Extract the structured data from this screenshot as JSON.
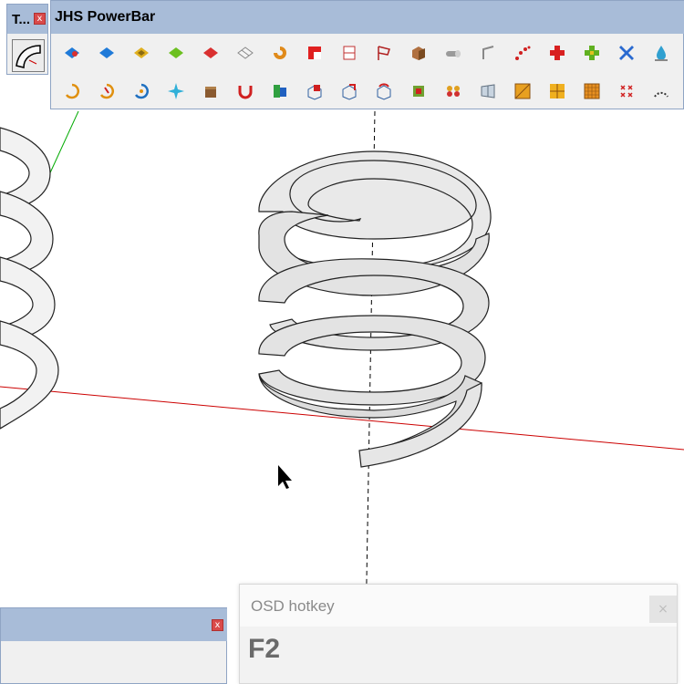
{
  "mini_toolbar": {
    "title": "T...",
    "close_glyph": "x",
    "tool_icon": "follow-me-curve-icon"
  },
  "powerbar": {
    "title": "JHS PowerBar",
    "row1": [
      {
        "icon": "blue-face-red-icon"
      },
      {
        "icon": "blue-face-icon"
      },
      {
        "icon": "yellow-face-icon"
      },
      {
        "icon": "green-face-icon"
      },
      {
        "icon": "red-face-icon"
      },
      {
        "icon": "grid-face-icon"
      },
      {
        "icon": "orange-swirl-icon"
      },
      {
        "icon": "red-square-icon"
      },
      {
        "icon": "split-box-icon"
      },
      {
        "icon": "flag-icon"
      },
      {
        "icon": "wood-box-icon"
      },
      {
        "icon": "pipe-icon"
      },
      {
        "icon": "corner-icon"
      },
      {
        "icon": "dots-curve-icon"
      },
      {
        "icon": "red-cross-icon"
      },
      {
        "icon": "green-cross-icon"
      },
      {
        "icon": "blue-x-icon"
      },
      {
        "icon": "water-drop-icon"
      }
    ],
    "row2": [
      {
        "icon": "orange-rotate-icon"
      },
      {
        "icon": "red-rotate-icon"
      },
      {
        "icon": "blue-rotate-icon"
      },
      {
        "icon": "cyan-star-icon"
      },
      {
        "icon": "brown-box-icon"
      },
      {
        "icon": "red-magnet-icon"
      },
      {
        "icon": "green-puzzle-icon"
      },
      {
        "icon": "cube-red-icon"
      },
      {
        "icon": "cube-arrow-icon"
      },
      {
        "icon": "cube-rotate-icon"
      },
      {
        "icon": "red-gem-icon"
      },
      {
        "icon": "butterfly-icon"
      },
      {
        "icon": "plane-grid-icon"
      },
      {
        "icon": "orange-grid-icon"
      },
      {
        "icon": "orange-quad-icon"
      },
      {
        "icon": "orange-mesh-icon"
      },
      {
        "icon": "red-x-dots-icon"
      },
      {
        "icon": "dotted-arc-icon"
      }
    ]
  },
  "bottom_panel": {
    "close_glyph": "x"
  },
  "osd": {
    "title": "OSD hotkey",
    "key": "F2",
    "close_glyph": "×"
  },
  "colors": {
    "x_axis": "#cc0000",
    "y_axis": "#00aa00",
    "titlebar": "#a8bcd8",
    "spring": "#e6e6e6"
  }
}
